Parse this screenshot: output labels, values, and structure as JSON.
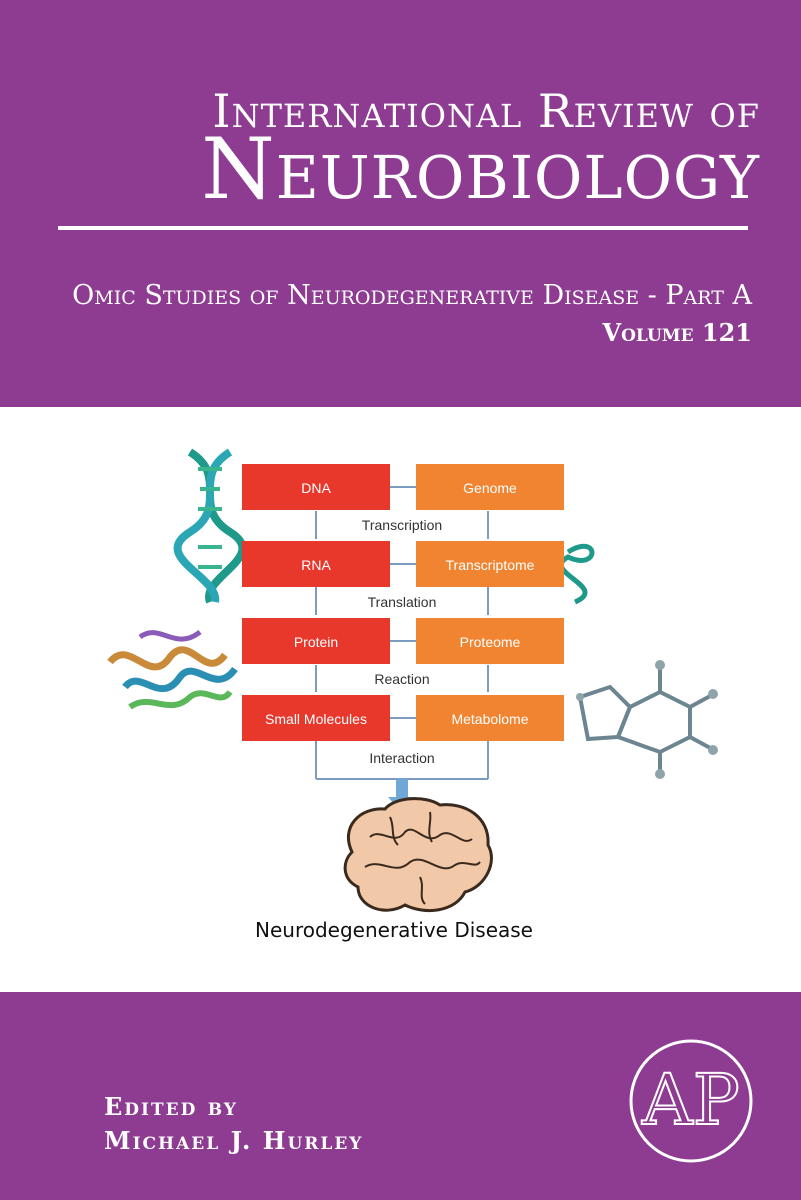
{
  "series": {
    "line1": "International Review of",
    "line2": "Neurobiology"
  },
  "volume": {
    "title": "Omic Studies of Neurodegenerative Disease - Part A",
    "number": "Volume 121"
  },
  "figure": {
    "left_boxes": [
      "DNA",
      "RNA",
      "Protein",
      "Small Molecules"
    ],
    "right_boxes": [
      "Genome",
      "Transcriptome",
      "Proteome",
      "Metabolome"
    ],
    "connectors": [
      "Transcription",
      "Translation",
      "Reaction",
      "Interaction"
    ],
    "caption": "Neurodegenerative Disease",
    "colors": {
      "left_box": "#e8372b",
      "right_box": "#f08430",
      "arrow": "#6fa8d6",
      "dna_helix": "#1f9a8a",
      "brain": "#f2c9a8"
    }
  },
  "editor": {
    "label": "Edited by",
    "name": "Michael J. Hurley"
  },
  "publisher": {
    "logo_text": "AP",
    "logo_name": "academic-press-logo"
  },
  "colors": {
    "band": "#8e3b92",
    "text": "#ffffff"
  }
}
